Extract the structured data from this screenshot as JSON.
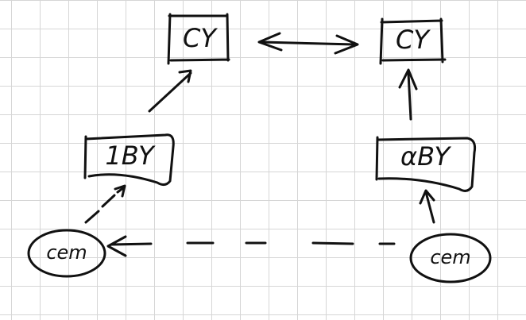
{
  "nodes": {
    "cy_left": {
      "label": "CY"
    },
    "cy_right": {
      "label": "CY"
    },
    "by_left": {
      "label": "1BY"
    },
    "by_right": {
      "label": "αBY"
    },
    "cem_left": {
      "label": "cem"
    },
    "cem_right": {
      "label": "cem"
    }
  },
  "edges": [
    {
      "from": "cy_left",
      "to": "cy_right",
      "style": "solid",
      "direction": "both"
    },
    {
      "from": "by_left",
      "to": "cy_left",
      "style": "solid",
      "direction": "forward"
    },
    {
      "from": "by_right",
      "to": "cy_right",
      "style": "solid",
      "direction": "forward"
    },
    {
      "from": "cem_left",
      "to": "by_left",
      "style": "dashed",
      "direction": "forward"
    },
    {
      "from": "cem_right",
      "to": "by_right",
      "style": "solid",
      "direction": "forward"
    },
    {
      "from": "cem_right",
      "to": "cem_left",
      "style": "dashed",
      "direction": "forward"
    }
  ]
}
